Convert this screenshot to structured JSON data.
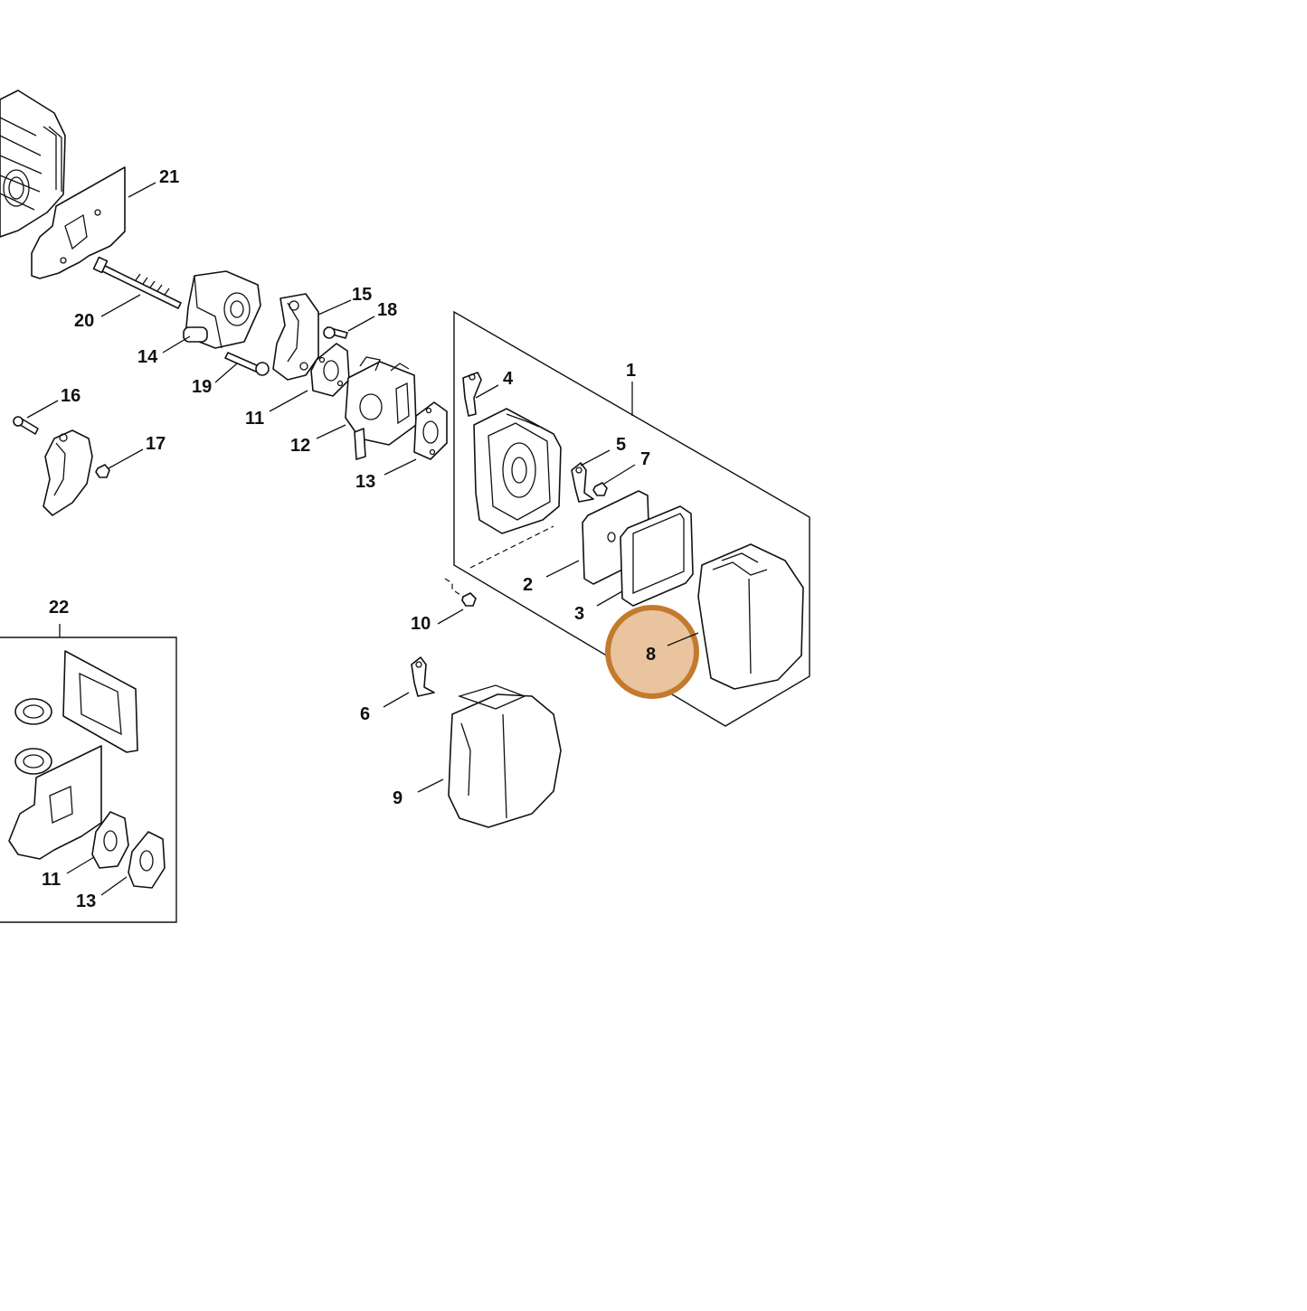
{
  "highlight": {
    "label": "8",
    "fill_color": "#e9c49e",
    "ring_color": "#c47a2e"
  },
  "callouts": {
    "c1": "1",
    "c2": "2",
    "c3": "3",
    "c4": "4",
    "c5": "5",
    "c6": "6",
    "c7": "7",
    "c9": "9",
    "c10": "10",
    "c11a": "11",
    "c11b": "11",
    "c12": "12",
    "c13a": "13",
    "c13b": "13",
    "c14": "14",
    "c15": "15",
    "c16": "16",
    "c17": "17",
    "c18": "18",
    "c19": "19",
    "c20": "20",
    "c21": "21",
    "c22": "22"
  }
}
